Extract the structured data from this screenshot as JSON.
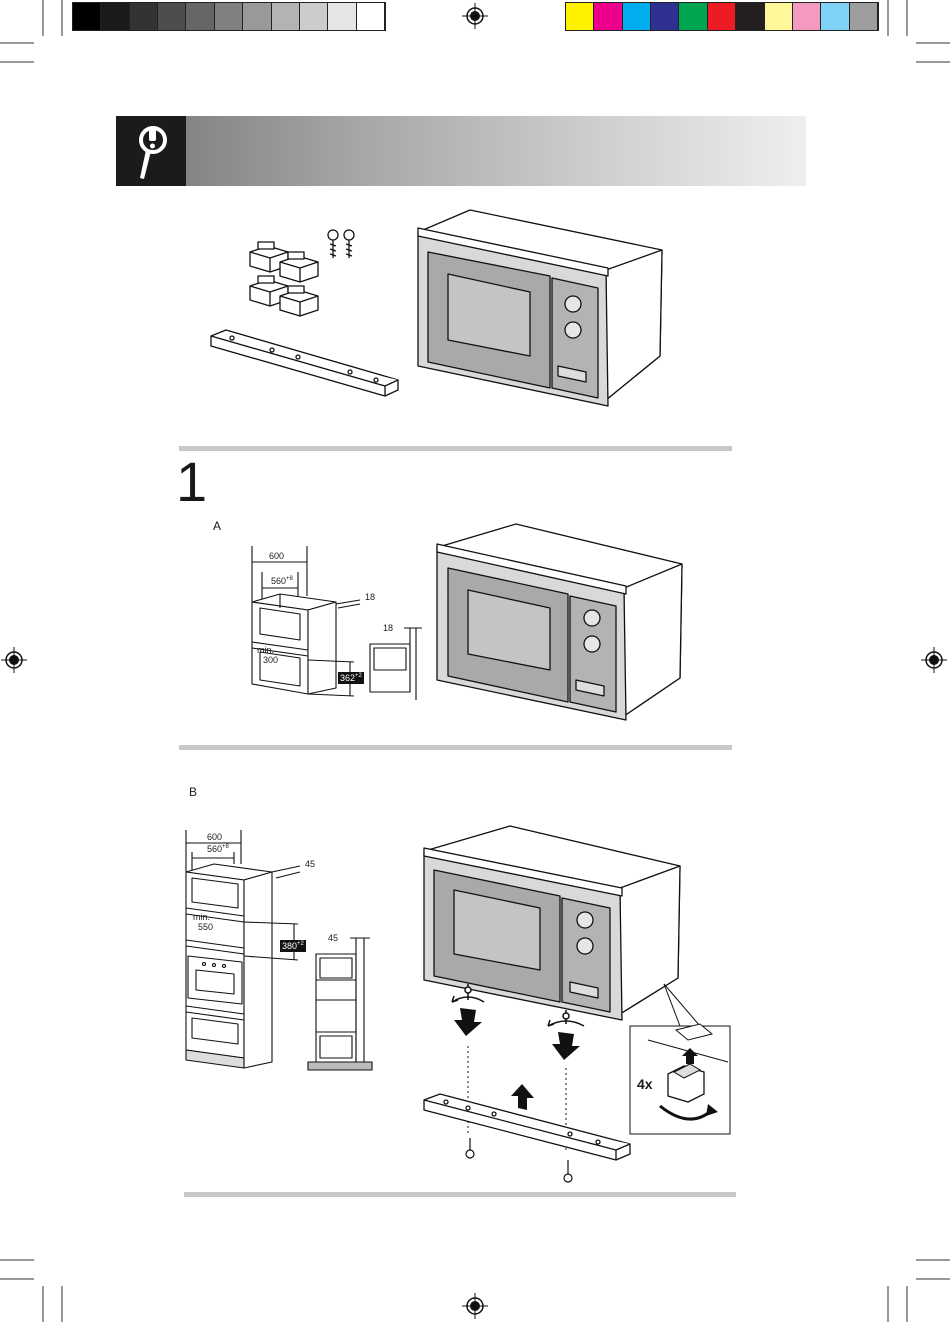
{
  "step": {
    "number": "1"
  },
  "section_a": {
    "label": "A",
    "dims": {
      "width_outer": "600",
      "width_inner": "560",
      "width_inner_tol": "+8",
      "side_thickness": "18",
      "front_thickness": "18",
      "min_label": "min.",
      "min_value": "300",
      "height": "362",
      "height_tol": "+2"
    }
  },
  "section_b": {
    "label": "B",
    "dims": {
      "width_outer": "600",
      "width_inner": "560",
      "width_inner_tol": "+8",
      "side_thickness": "45",
      "front_thickness": "45",
      "min_label": "min.",
      "min_value": "550",
      "height": "380",
      "height_tol": "+2"
    },
    "quantity_label": "4x"
  },
  "colors": {
    "gray_swatches": [
      "#000000",
      "#1a1a1a",
      "#333333",
      "#4d4d4d",
      "#666666",
      "#808080",
      "#999999",
      "#b3b3b3",
      "#cccccc",
      "#e6e6e6",
      "#ffffff"
    ],
    "color_swatches": [
      "#fff200",
      "#ec008c",
      "#00aeef",
      "#2e3192",
      "#00a651",
      "#ed1c24",
      "#231f20",
      "#fff799",
      "#f49ac1",
      "#7fd3f7",
      "#9d9d9d"
    ]
  }
}
